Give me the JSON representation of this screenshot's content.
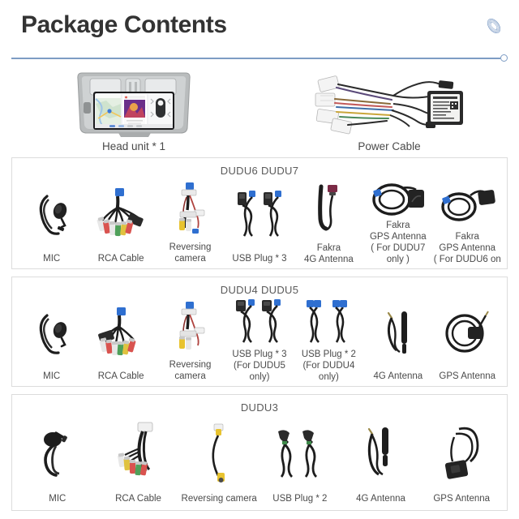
{
  "header": {
    "title": "Package Contents",
    "decor_icon": "spiral-coil-icon",
    "accent_color": "#7d9cc4"
  },
  "hero": {
    "items": [
      {
        "label": "Head unit * 1",
        "icon": "car-head-unit-photo"
      },
      {
        "label": "Power Cable",
        "icon": "power-cable-harness-photo"
      }
    ]
  },
  "sections": [
    {
      "header": "DUDU6  DUDU7",
      "items": [
        {
          "label": "MIC",
          "icon": "microphone-photo"
        },
        {
          "label": "RCA Cable",
          "icon": "rca-cable-photo"
        },
        {
          "label": "Reversing camera",
          "icon": "reversing-camera-photo"
        },
        {
          "label": "USB Plug * 3",
          "icon": "usb-plug-photo"
        },
        {
          "label": "Fakra\n4G Antenna",
          "icon": "fakra-4g-antenna-photo"
        },
        {
          "label": "Fakra\nGPS Antenna\n( For DUDU7 only )",
          "icon": "fakra-gps-antenna-photo"
        },
        {
          "label": "Fakra\nGPS Antenna\n( For DUDU6 on",
          "icon": "fakra-gps-antenna-photo"
        }
      ]
    },
    {
      "header": "DUDU4  DUDU5",
      "items": [
        {
          "label": "MIC",
          "icon": "microphone-photo"
        },
        {
          "label": "RCA Cable",
          "icon": "rca-cable-photo"
        },
        {
          "label": "Reversing camera",
          "icon": "reversing-camera-photo"
        },
        {
          "label": "USB Plug * 3\n(For DUDU5 only)",
          "icon": "usb-plug-photo"
        },
        {
          "label": "USB Plug * 2\n(For DUDU4 only)",
          "icon": "usb-plug-photo"
        },
        {
          "label": "4G Antenna",
          "icon": "4g-antenna-photo"
        },
        {
          "label": "GPS Antenna",
          "icon": "gps-antenna-photo"
        }
      ]
    },
    {
      "header": "DUDU3",
      "items": [
        {
          "label": "MIC",
          "icon": "microphone-photo"
        },
        {
          "label": "RCA Cable",
          "icon": "rca-cable-photo"
        },
        {
          "label": "Reversing camera",
          "icon": "reversing-camera-single-photo"
        },
        {
          "label": "USB Plug * 2",
          "icon": "usb-plug-photo"
        },
        {
          "label": "4G Antenna",
          "icon": "4g-antenna-photo"
        },
        {
          "label": "GPS Antenna",
          "icon": "gps-antenna-photo"
        }
      ]
    }
  ]
}
